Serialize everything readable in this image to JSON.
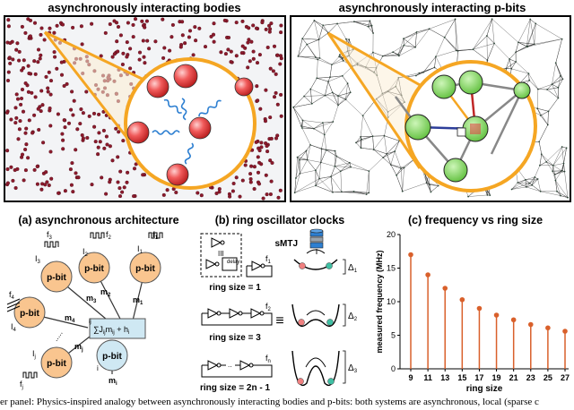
{
  "panels": {
    "bodies_title": "asynchronously interacting bodies",
    "pbits_title": "asynchronously interacting p-bits",
    "arch_title": "(a) asynchronous architecture",
    "ring_title": "(b) ring oscillator clocks",
    "freq_title": "(c) frequency vs ring size"
  },
  "architecture": {
    "pbit_label": "p-bit",
    "sum_label": "∑J",
    "sum_sub": "ij",
    "sum_m": "m",
    "sum_tail": "+ h",
    "sum_i": "i",
    "f_labels": [
      "f",
      "f",
      "f",
      "f",
      "f"
    ],
    "f_subs": [
      "3",
      "2",
      "1",
      "4",
      "j"
    ],
    "i_labels": [
      "I",
      "I",
      "I",
      "I",
      "I"
    ],
    "i_subs": [
      "3",
      "2",
      "1",
      "4",
      "j"
    ],
    "m_labels": [
      "m",
      "m",
      "m",
      "m",
      "m",
      "m"
    ],
    "m_subs": [
      "3",
      "2",
      "1",
      "4",
      "j",
      "i"
    ],
    "i_small": "i",
    "dots": "....."
  },
  "ring": {
    "size1": "ring size = 1",
    "size3": "ring size = 3",
    "sizen": "ring size = 2n - 1",
    "delay": "delay",
    "equiv": "≡",
    "smtj": "sMTJ",
    "f1": "f",
    "f1s": "1",
    "f2": "f",
    "f2s": "2",
    "fn": "f",
    "fns": "n",
    "d1": "Δ",
    "d1s": "1",
    "d2": "Δ",
    "d2s": "2",
    "d3": "Δ",
    "d3s": "3",
    "or_mark": "III"
  },
  "chart_data": {
    "type": "stem",
    "title": "(c) frequency vs ring size",
    "xlabel": "ring size",
    "ylabel": "measured frequency (MHz)",
    "categories": [
      "9",
      "11",
      "13",
      "15",
      "17",
      "19",
      "21",
      "23",
      "25",
      "27"
    ],
    "values": [
      17.0,
      14.0,
      12.0,
      10.3,
      9.0,
      8.0,
      7.3,
      6.6,
      6.1,
      5.6
    ],
    "ylim": [
      0,
      20
    ],
    "yticks": [
      "0",
      "5",
      "10",
      "15",
      "20"
    ],
    "color": "#d9602b"
  },
  "caption": "er panel: Physics-inspired analogy between asynchronously interacting bodies and p-bits: both systems are asynchronous, local (sparse c"
}
